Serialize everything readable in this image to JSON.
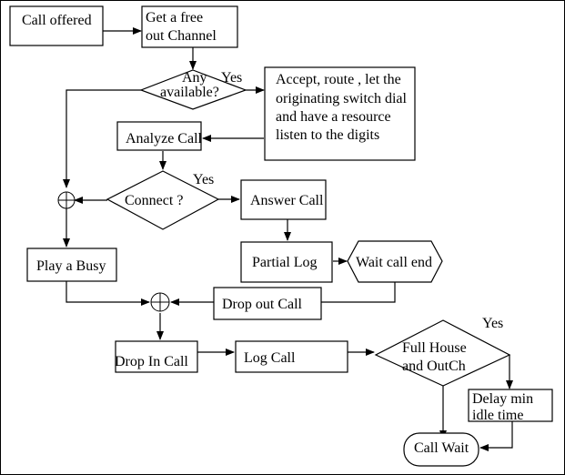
{
  "diagram": {
    "nodes": {
      "call_offered": "Call offered",
      "get_free_channel": [
        "Get  a free",
        "out Channel"
      ],
      "any_available": [
        "Any",
        "available?"
      ],
      "accept_route": [
        "Accept, route , let the",
        "originating switch dial",
        "and have a resource",
        "listen to the digits"
      ],
      "analyze_call": "Analyze Call",
      "connect": "Connect ?",
      "answer_call": "Answer Call",
      "partial_log": "Partial Log",
      "wait_call_end": "Wait call end",
      "play_busy": "Play a Busy",
      "drop_out_call": "Drop out Call",
      "drop_in_call": "Drop In Call",
      "log_call": "Log Call",
      "full_house": [
        "Full House",
        "and OutCh"
      ],
      "delay": [
        "Delay  min",
        "idle time"
      ],
      "call_wait": "Call Wait"
    },
    "edge_labels": {
      "any_yes": "Yes",
      "connect_yes": "Yes",
      "full_house_yes": "Yes"
    }
  }
}
